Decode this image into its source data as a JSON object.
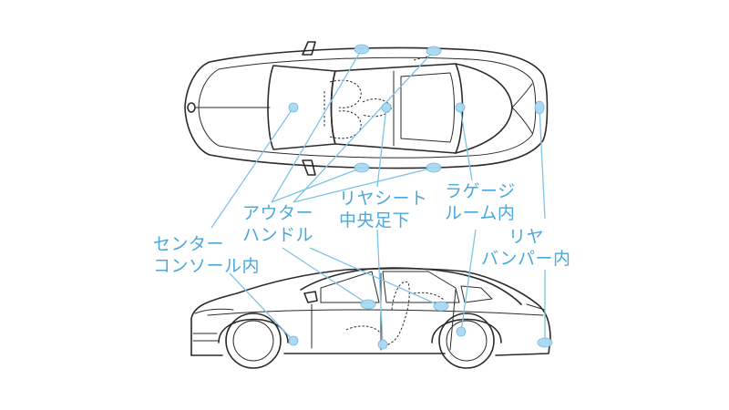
{
  "labels": {
    "outer_handle": [
      "アウター",
      "ハンドル"
    ],
    "rear_seat": [
      "リヤシート",
      "中央足下"
    ],
    "luggage": [
      "ラゲージ",
      "ルーム内"
    ],
    "center_console": [
      "センター",
      "コンソール内"
    ],
    "rear_bumper": [
      "リヤ",
      "バンパー内"
    ]
  },
  "colors": {
    "accent": "#4aa8dc",
    "marker": "#aad8f2",
    "line": "#2b2b2b"
  }
}
